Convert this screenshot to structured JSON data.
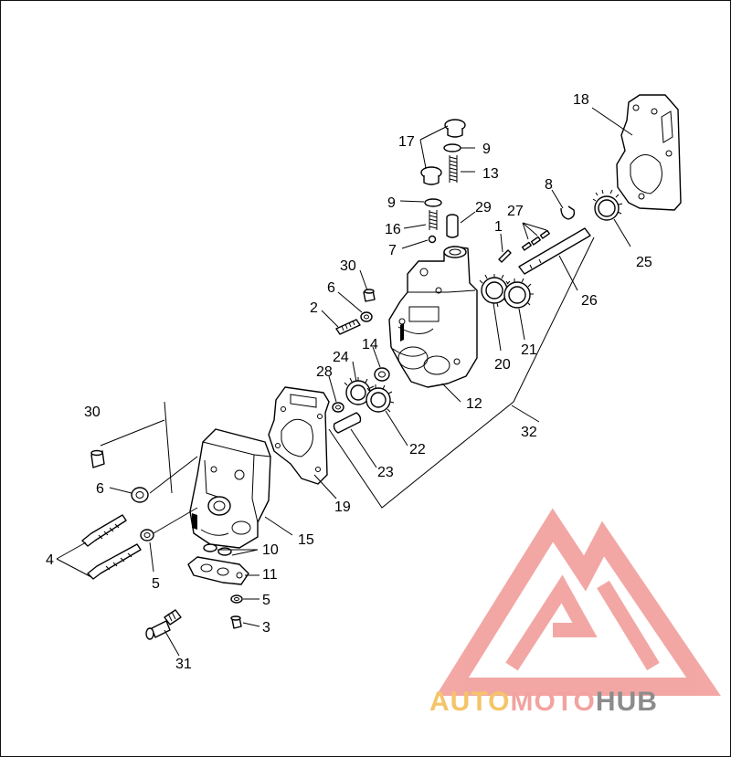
{
  "callouts": [
    {
      "id": "c1",
      "text": "1"
    },
    {
      "id": "c2",
      "text": "2"
    },
    {
      "id": "c3",
      "text": "3"
    },
    {
      "id": "c4",
      "text": "4"
    },
    {
      "id": "c5a",
      "text": "5"
    },
    {
      "id": "c5b",
      "text": "5"
    },
    {
      "id": "c6a",
      "text": "6"
    },
    {
      "id": "c6b",
      "text": "6"
    },
    {
      "id": "c7",
      "text": "7"
    },
    {
      "id": "c8",
      "text": "8"
    },
    {
      "id": "c9a",
      "text": "9"
    },
    {
      "id": "c9b",
      "text": "9"
    },
    {
      "id": "c10",
      "text": "10"
    },
    {
      "id": "c11",
      "text": "11"
    },
    {
      "id": "c12",
      "text": "12"
    },
    {
      "id": "c13",
      "text": "13"
    },
    {
      "id": "c14",
      "text": "14"
    },
    {
      "id": "c15",
      "text": "15"
    },
    {
      "id": "c16",
      "text": "16"
    },
    {
      "id": "c17",
      "text": "17"
    },
    {
      "id": "c18",
      "text": "18"
    },
    {
      "id": "c19",
      "text": "19"
    },
    {
      "id": "c20",
      "text": "20"
    },
    {
      "id": "c21",
      "text": "21"
    },
    {
      "id": "c22",
      "text": "22"
    },
    {
      "id": "c23",
      "text": "23"
    },
    {
      "id": "c24",
      "text": "24"
    },
    {
      "id": "c25",
      "text": "25"
    },
    {
      "id": "c26",
      "text": "26"
    },
    {
      "id": "c27",
      "text": "27"
    },
    {
      "id": "c28",
      "text": "28"
    },
    {
      "id": "c29",
      "text": "29"
    },
    {
      "id": "c30a",
      "text": "30"
    },
    {
      "id": "c30b",
      "text": "30"
    },
    {
      "id": "c31",
      "text": "31"
    },
    {
      "id": "c32",
      "text": "32"
    }
  ],
  "watermark": {
    "part1": "AUTO",
    "part2": "MOTO",
    "part3": "HUB",
    "color1": "#f5c469",
    "color2": "#f2a3a0",
    "color3": "#8c8c8c",
    "logo_color": "#f2a3a0"
  }
}
